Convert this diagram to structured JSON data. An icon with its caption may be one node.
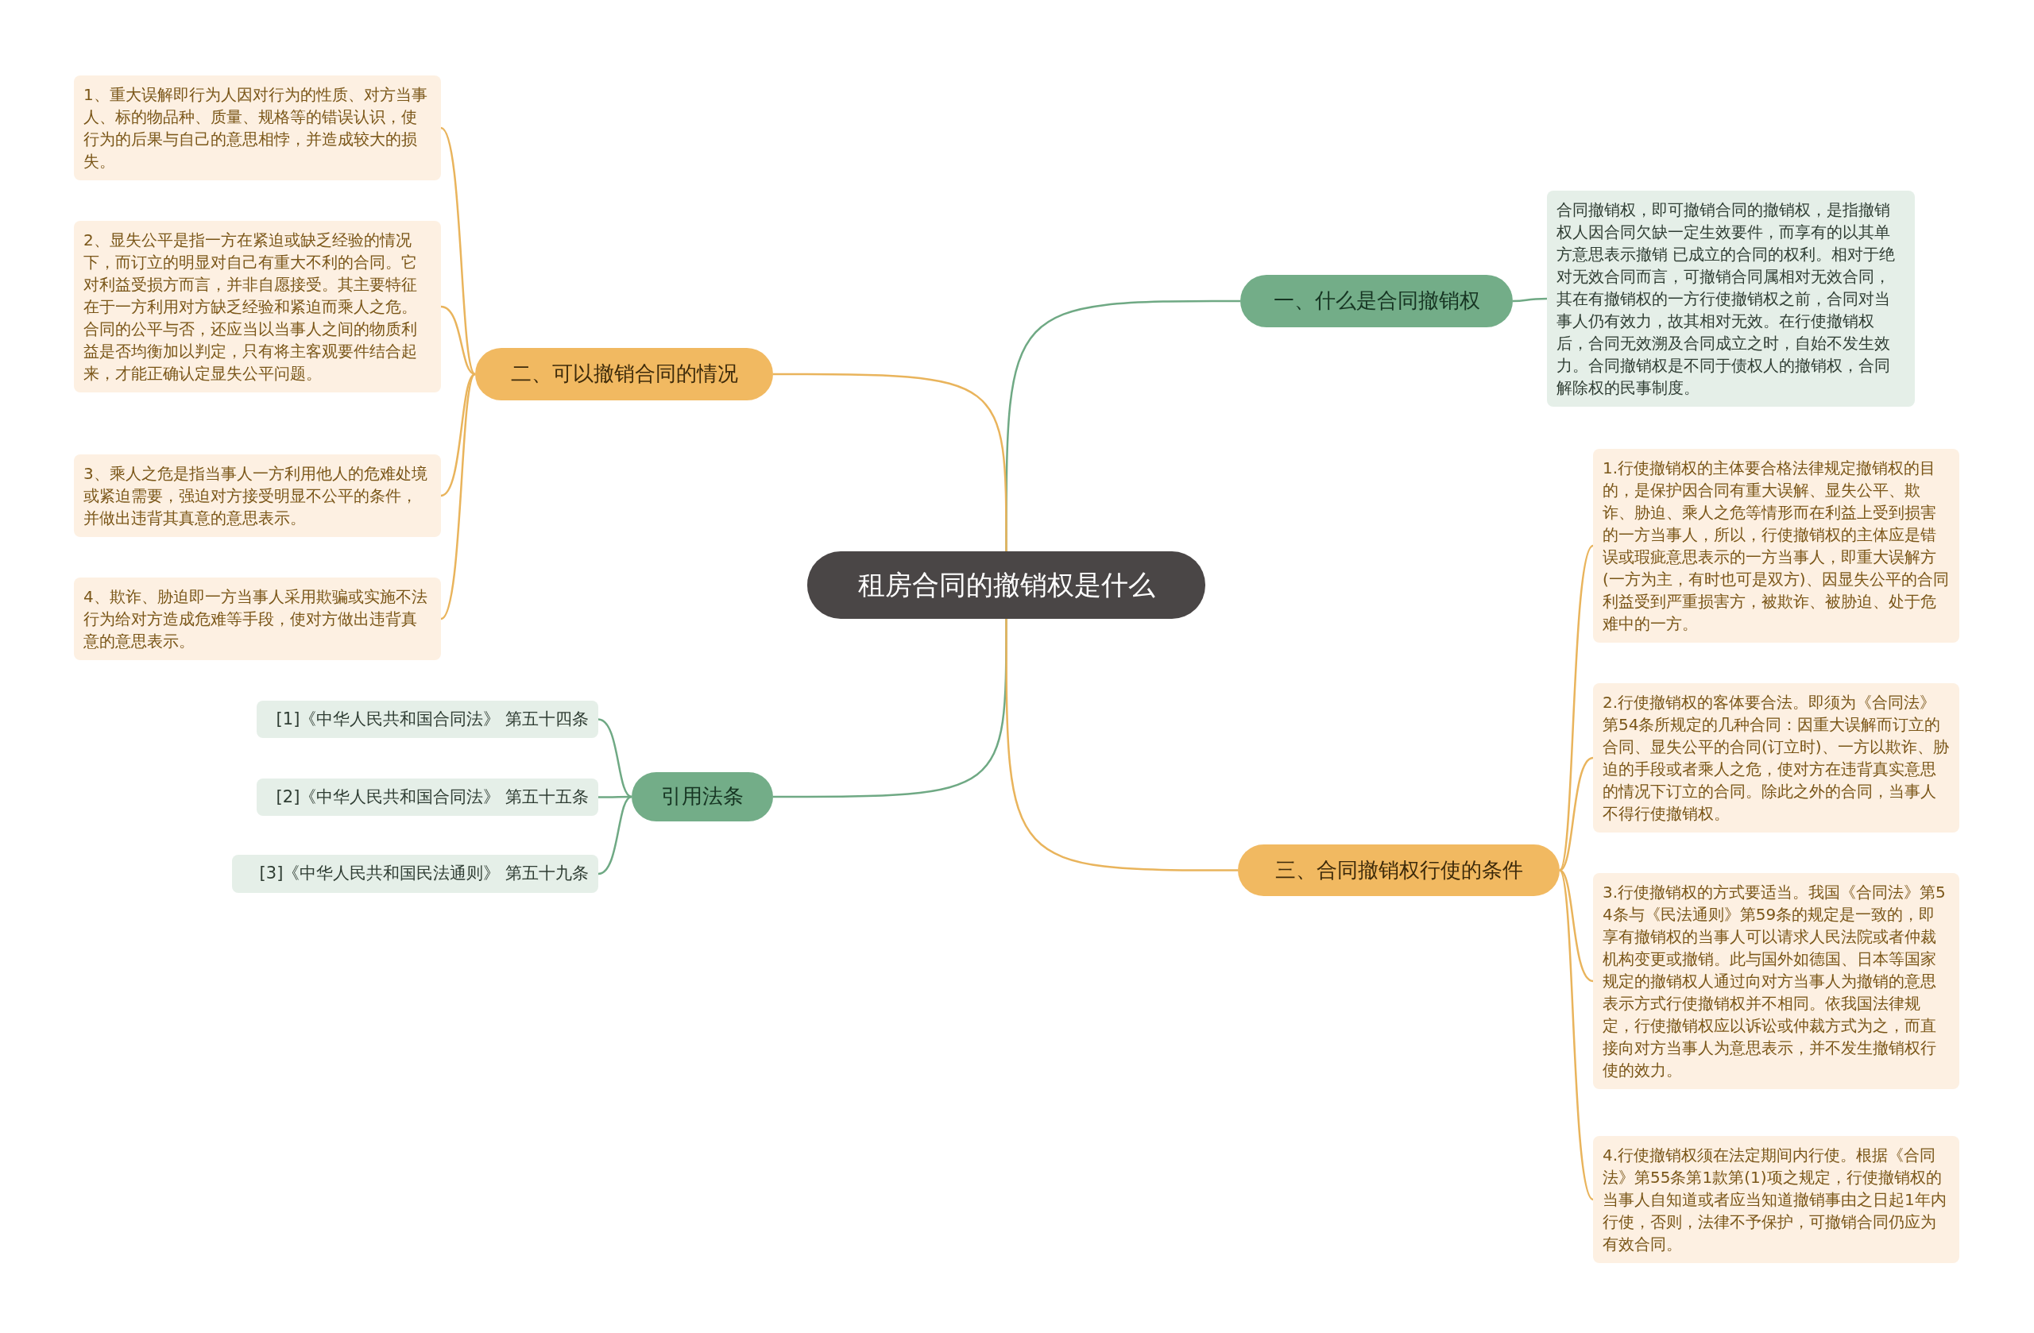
{
  "diagram": {
    "nodes": [
      {
        "text": [
          "租房合同的撤销权是什么"
        ]
      },
      {
        "text": [
          "一、什么是合同撤销权"
        ]
      },
      {
        "text": [
          "合同撤销权，即可撤销合同的撤销权，是指撤销权人因合同欠缺一定生效要件，而享有的以其单方意思表示撤销 已成立的合同的权利。相对于绝对无效合同而言，可撤销合同属相对无效合同，其在有撤销权的一方行使撤销权之前，合同对当事人仍有效力，故其相对无效。在行使撤销权后，合同无效溯及合同成立之时，自始不发生效力。合同撤销权是不同于债权人的撤销权，合同解除权的民事制度。"
        ]
      },
      {
        "text": [
          "二、可以撤销合同的情况"
        ]
      },
      {
        "text": [
          "1、重大误解即行为人因对行为的性质、对方当事人、标的物品种、质量、规格等的错误认识，使行为的后果与自己的意思相悖，并造成较大的损失。"
        ]
      },
      {
        "text": [
          "2、显失公平是指一方在紧迫或缺乏经验的情况下，而订立的明显对自己有重大不利的合同。它对利益受损方而言，并非自愿接受。其主要特征在于一方利用对方缺乏经验和紧迫而乘人之危。合同的公平与否，还应当以当事人之间的物质利益是否均衡加以判定，只有将主客观要件结合起来，才能正确认定显失公平问题。"
        ]
      },
      {
        "text": [
          "3、乘人之危是指当事人一方利用他人的危难处境或紧迫需要，强迫对方接受明显不公平的条件，并做出违背其真意的意思表示。"
        ]
      },
      {
        "text": [
          "4、欺诈、胁迫即一方当事人采用欺骗或实施不法行为给对方造成危难等手段，使对方做出违背真意的意思表示。"
        ]
      },
      {
        "text": [
          "引用法条"
        ]
      },
      {
        "text": [
          "[1]《中华人民共和国合同法》 第五十四条"
        ]
      },
      {
        "text": [
          "[2]《中华人民共和国合同法》 第五十五条"
        ]
      },
      {
        "text": [
          "[3]《中华人民共和国民法通则》 第五十九条"
        ]
      },
      {
        "text": [
          "三、合同撤销权行使的条件"
        ]
      },
      {
        "text": [
          "1.行使撤销权的主体要合格法律规定撤销权的目的，是保护因合同有重大误解、显失公平、欺诈、胁迫、乘人之危等情形而在利益上受到损害的一方当事人，所以，行使撤销权的主体应是错误或瑕疵意思表示的一方当事人，即重大误解方(一方为主，有时也可是双方)、因显失公平的合同利益受到严重损害方，被欺诈、被胁迫、处于危难中的一方。"
        ]
      },
      {
        "text": [
          "2.行使撤销权的客体要合法。即须为《合同法》第54条所规定的几种合同：因重大误解而订立的合同、显失公平的合同(订立时)、一方以欺诈、胁迫的手段或者乘人之危，使对方在违背真实意思的情况下订立的合同。除此之外的合同，当事人不得行使撤销权。"
        ]
      },
      {
        "text": [
          "3.行使撤销权的方式要适当。我国《合同法》第54条与《民法通则》第59条的规定是一致的，即享有撤销权的当事人可以请求人民法院或者仲裁机构变更或撤销。此与国外如德国、日本等国家规定的撤销权人通过向对方当事人为撤销的意思表示方式行使撤销权并不相同。依我国法律规定，行使撤销权应以诉讼或仲裁方式为之，而直接向对方当事人为意思表示，并不发生撤销权行使的效力。"
        ]
      },
      {
        "text": [
          "4.行使撤销权须在法定期间内行使。根据《合同法》第55条第1款第(1)项之规定，行使撤销权的当事人自知道或者应当知道撤销事由之日起1年内行使，否则，法律不予保护，可撤销合同仍应为有效合同。"
        ]
      }
    ],
    "edges": [
      {
        "from": 0,
        "to": 1,
        "arrow": "none",
        "color": "#6fa984"
      },
      {
        "from": 1,
        "to": 2,
        "arrow": "none",
        "color": "#6fa984"
      },
      {
        "from": 0,
        "to": 3,
        "arrow": "none"
      },
      {
        "from": 3,
        "to": 4,
        "arrow": "none"
      },
      {
        "from": 3,
        "to": 5,
        "arrow": "none"
      },
      {
        "from": 3,
        "to": 6,
        "arrow": "none"
      },
      {
        "from": 3,
        "to": 7,
        "arrow": "none"
      },
      {
        "from": 0,
        "to": 8,
        "arrow": "none",
        "color": "#6fa984"
      },
      {
        "from": 8,
        "to": 9,
        "arrow": "none",
        "color": "#6fa984"
      },
      {
        "from": 8,
        "to": 10,
        "arrow": "none",
        "color": "#6fa984"
      },
      {
        "from": 8,
        "to": 11,
        "arrow": "none",
        "color": "#6fa984"
      },
      {
        "from": 0,
        "to": 12,
        "arrow": "none"
      },
      {
        "from": 12,
        "to": 13,
        "arrow": "none"
      },
      {
        "from": 12,
        "to": 14,
        "arrow": "none"
      },
      {
        "from": 12,
        "to": 15,
        "arrow": "none"
      },
      {
        "from": 12,
        "to": 16,
        "arrow": "none"
      }
    ]
  }
}
